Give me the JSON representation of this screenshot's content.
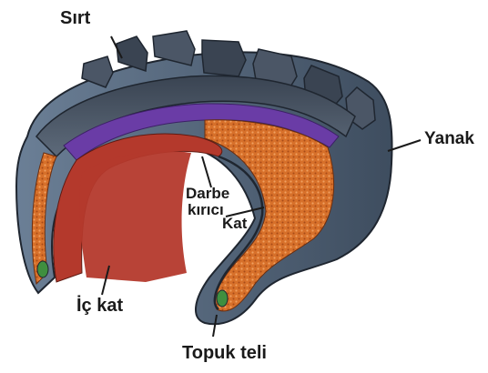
{
  "labels": {
    "sirt": "Sırt",
    "yanak": "Yanak",
    "darbe_line1": "Darbe",
    "darbe_line2": "kırıcı",
    "kat": "Kat",
    "ic_kat": "İç kat",
    "topuk_teli": "Topuk teli"
  },
  "colors": {
    "tread": "#4a5566",
    "tread_dark": "#2f3845",
    "sidewall": "#5a6d83",
    "inner_liner": "#b4392c",
    "ply": "#d7702a",
    "breaker": "#6a3ca6",
    "bead_wire": "#3f8f3f",
    "pointer": "#1a1a1a"
  }
}
